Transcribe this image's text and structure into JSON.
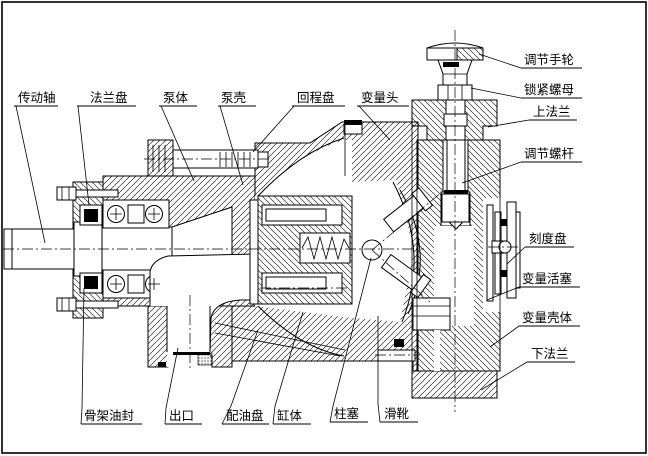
{
  "diagram": {
    "kind": "engineering cross-section of a variable displacement axial piston pump",
    "colors": {
      "ink": "#000000",
      "paper": "#ffffff"
    },
    "labels": [
      {
        "id": "drive-shaft",
        "text": "传动轴"
      },
      {
        "id": "flange-plate",
        "text": "法兰盘"
      },
      {
        "id": "pump-body",
        "text": "泵体"
      },
      {
        "id": "pump-casing",
        "text": "泵壳"
      },
      {
        "id": "return-plate",
        "text": "回程盘"
      },
      {
        "id": "variable-head",
        "text": "变量头"
      },
      {
        "id": "adjust-handwheel",
        "text": "调节手轮"
      },
      {
        "id": "lock-nut",
        "text": "锁紧螺母"
      },
      {
        "id": "upper-flange",
        "text": "上法兰"
      },
      {
        "id": "adjust-screw",
        "text": "调节螺杆"
      },
      {
        "id": "dial-plate",
        "text": "刻度盘"
      },
      {
        "id": "variable-piston",
        "text": "变量活塞"
      },
      {
        "id": "variable-housing",
        "text": "变量壳体"
      },
      {
        "id": "lower-flange",
        "text": "下法兰"
      },
      {
        "id": "skeleton-oil-seal",
        "text": "骨架油封"
      },
      {
        "id": "outlet",
        "text": "出口"
      },
      {
        "id": "valve-plate",
        "text": "配油盘"
      },
      {
        "id": "cylinder-block",
        "text": "缸体"
      },
      {
        "id": "plunger",
        "text": "柱塞"
      },
      {
        "id": "slipper",
        "text": "滑靴"
      }
    ]
  }
}
